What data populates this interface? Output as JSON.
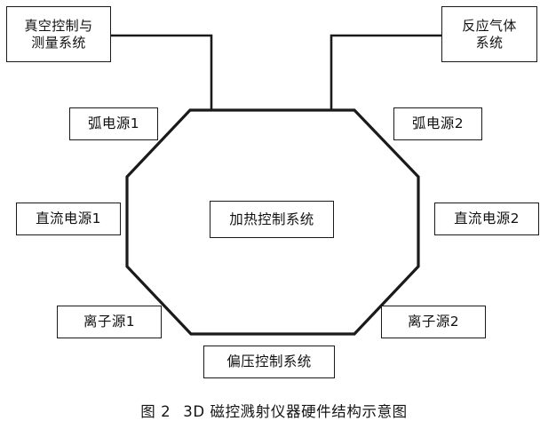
{
  "figure": {
    "caption_label": "图 2",
    "caption_text": "3D 磁控溅射仪器硬件结构示意图",
    "chamber_shape": "octagon",
    "line_color": "#1a1a1a",
    "background_color": "#ffffff"
  },
  "nodes": {
    "vacuum": {
      "line1": "真空控制与",
      "line2": "测量系统"
    },
    "gas": {
      "line1": "反应气体",
      "line2": "系统"
    },
    "arc1": {
      "label": "弧电源1"
    },
    "arc2": {
      "label": "弧电源2"
    },
    "dc1": {
      "label": "直流电源1"
    },
    "dc2": {
      "label": "直流电源2"
    },
    "ion1": {
      "label": "离子源1"
    },
    "ion2": {
      "label": "离子源2"
    },
    "bias": {
      "label": "偏压控制系统"
    },
    "heating": {
      "label": "加热控制系统"
    }
  }
}
